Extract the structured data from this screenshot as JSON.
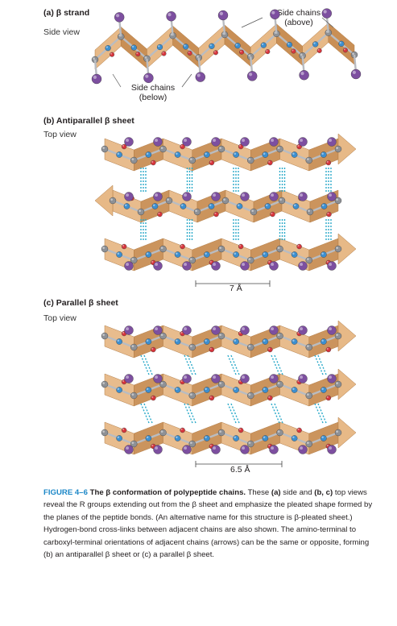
{
  "panels": {
    "a": {
      "label": "(a) β strand",
      "view": "Side view",
      "callout_above": [
        "Side chains",
        "(above)"
      ],
      "callout_below": [
        "Side chains",
        "(below)"
      ]
    },
    "b": {
      "label": "(b) Antiparallel β sheet",
      "view": "Top view",
      "scale": "7 Å"
    },
    "c": {
      "label": "(c) Parallel β sheet",
      "view": "Top view",
      "scale": "6.5 Å"
    }
  },
  "caption": {
    "title": "FIGURE 4–6",
    "heading": "The β conformation of polypeptide chains.",
    "part1": " These ",
    "ref_a": "(a)",
    "part2": " side and ",
    "ref_bc": "(b, c)",
    "part3": " top views reveal the R groups extending out from the β sheet and emphasize the pleated shape formed by the planes of the peptide bonds. (An alternative name for this structure is β-pleated sheet.) Hydrogen-bond cross-links between adjacent chains are also shown. The amino-terminal to carboxyl-terminal orientations of adjacent chains (arrows) can be the same or opposite, forming (b) an antiparallel β sheet or (c) a parallel β sheet."
  },
  "colors": {
    "ribbon": "#e7b987",
    "ribbon_dark": "#c98f55",
    "carbon": "#8e9196",
    "nitrogen": "#3c8fd0",
    "oxygen": "#d7353c",
    "side_chain": "#7d4fa0",
    "h_bond": "#2aa9c9",
    "caption_title": "#1b87c7"
  }
}
